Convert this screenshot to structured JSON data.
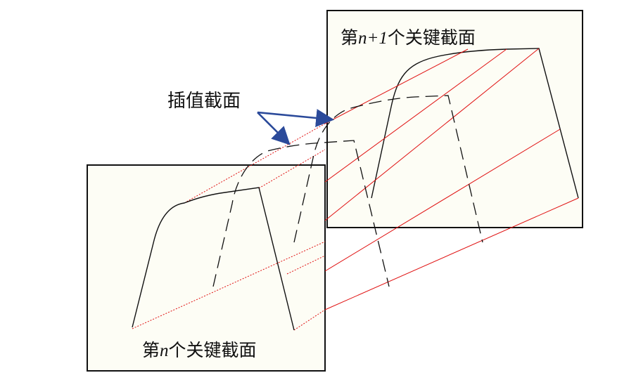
{
  "labels": {
    "top_frame": {
      "prefix": "第",
      "var": "n+1",
      "suffix": "个关键截面"
    },
    "bottom_frame": {
      "prefix": "第",
      "var": "n",
      "suffix": "个关键截面"
    },
    "interpolated": "插值截面"
  },
  "colors": {
    "frame_fill": "#fdfdf5",
    "frame_stroke": "#111111",
    "profile": "#111111",
    "connector": "#e01010",
    "arrow": "#2b4a9a"
  }
}
